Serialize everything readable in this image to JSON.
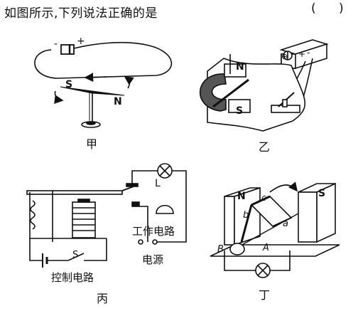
{
  "question": {
    "text": "如图所示,下列说法正确的是",
    "bracket": "(      )"
  },
  "figures": {
    "jia": {
      "caption": "甲",
      "plus": "+",
      "minus": "-",
      "south": "S",
      "north": "N"
    },
    "yi": {
      "caption": "乙",
      "north": "N",
      "south": "S",
      "meter_glyph": "⊕",
      "plus": "+",
      "minus": "-"
    },
    "bing": {
      "caption": "丙",
      "lamp_label": "L",
      "switch_label": "S",
      "control_circuit": "控制电路",
      "work_circuit": "工作电路",
      "power": "电源"
    },
    "ding": {
      "caption": "丁",
      "north": "N",
      "south": "S",
      "a": "a",
      "b": "b",
      "c": "c",
      "B": "B",
      "A": "A"
    }
  }
}
